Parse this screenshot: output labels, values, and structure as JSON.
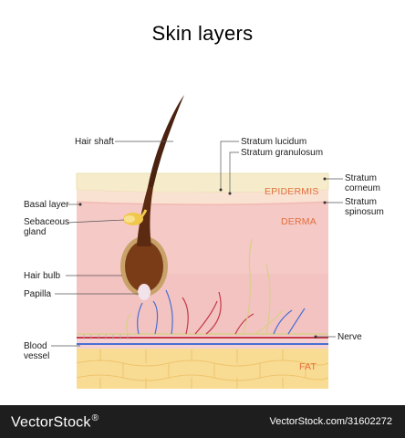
{
  "title": "Skin layers",
  "labels": {
    "hair_shaft": "Hair shaft",
    "basal_layer": "Basal layer",
    "sebaceous_gland": [
      "Sebaceous",
      "gland"
    ],
    "hair_bulb": "Hair bulb",
    "papilla": "Papilla",
    "blood_vessel": [
      "Blood",
      "vessel"
    ],
    "stratum_lucidum": "Stratum lucidum",
    "stratum_granulosum": "Stratum granulosum",
    "stratum_corneum": [
      "Stratum",
      "corneum"
    ],
    "stratum_spinosum": [
      "Stratum",
      "spinosum"
    ],
    "nerve": "Nerve"
  },
  "layers": {
    "epidermis": "EPIDERMIS",
    "derma": "DERMA",
    "fat": "FAT"
  },
  "footer": {
    "brand": "VectorStock",
    "brand_mark": "®",
    "credit": "VectorStock.com/31602272"
  },
  "colors": {
    "corneum": "#f6eccb",
    "epidermis": "#f7c8c3",
    "derma": "#f5c9c6",
    "fat": "#f8dc94",
    "hair": "#4a2210",
    "footer": "#1e1e1e",
    "layer_text": "#e2703f"
  }
}
